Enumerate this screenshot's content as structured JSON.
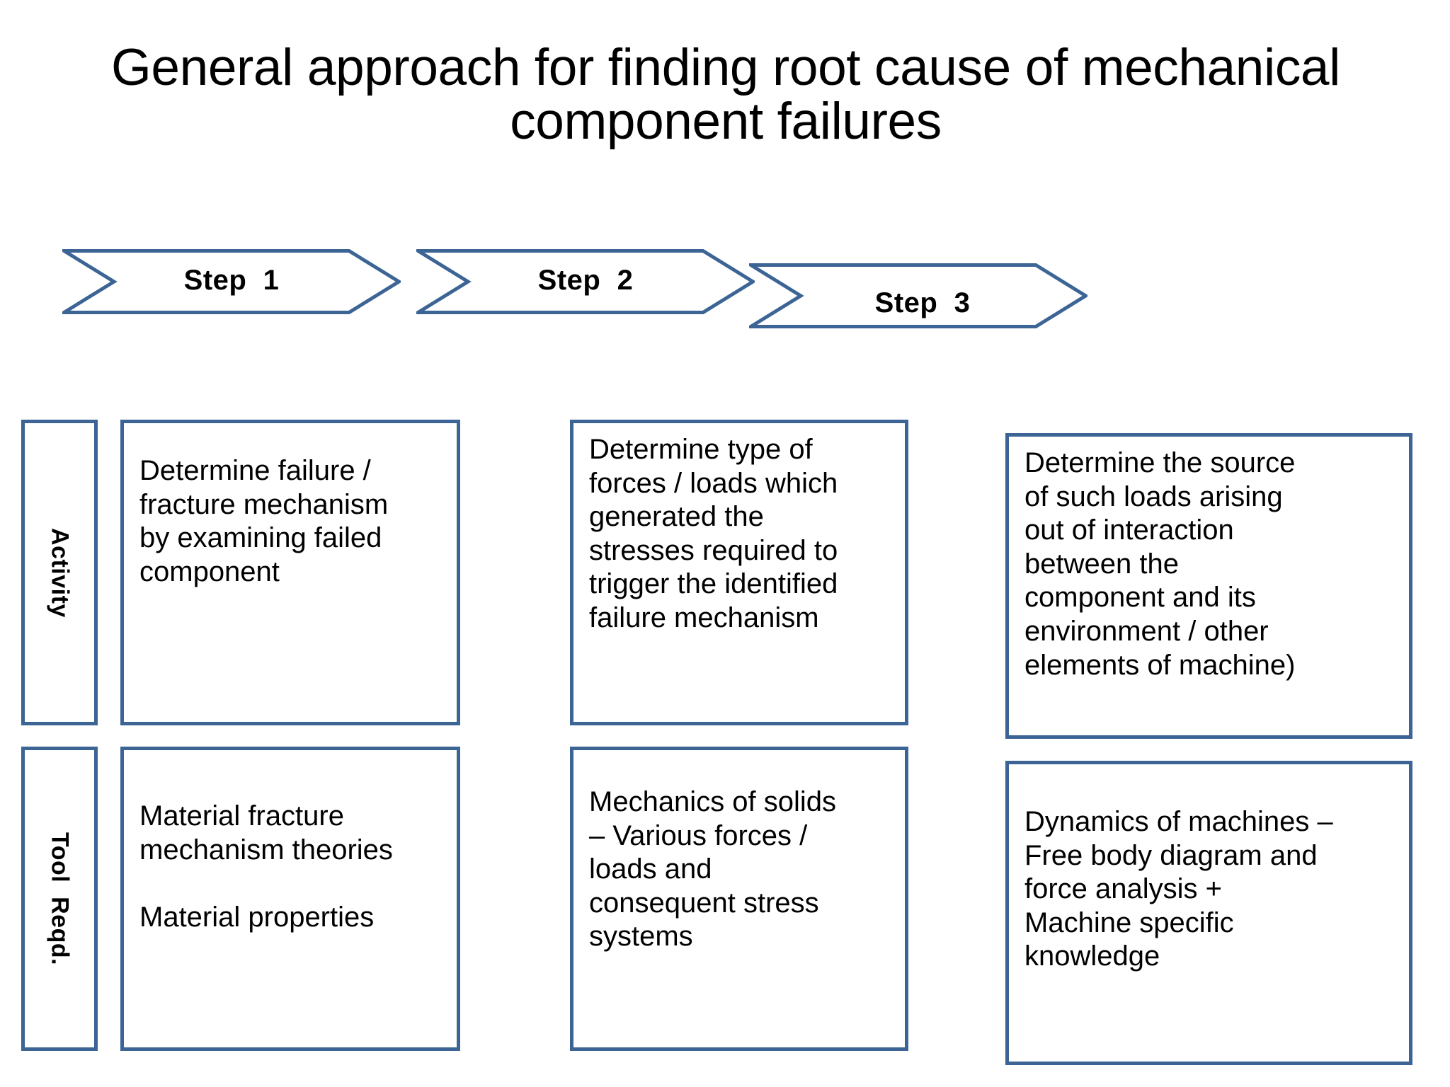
{
  "title": "General approach for finding root cause of mechanical\ncomponent failures",
  "colors": {
    "outline": "#3c6495",
    "text": "#000000",
    "background": "#ffffff"
  },
  "row_labels": {
    "activity": "Activity",
    "tool_reqd": "Tool  Reqd."
  },
  "steps": [
    {
      "label": "Step  1",
      "activity": "Determine failure /\nfracture mechanism\nby examining failed\ncomponent",
      "tool_reqd": "Material fracture\nmechanism theories\n\nMaterial properties"
    },
    {
      "label": "Step  2",
      "activity": "Determine type of\nforces /  loads which\ngenerated the\nstresses required to\ntrigger the identified\nfailure mechanism",
      "tool_reqd": "Mechanics of solids\n–  Various forces  /\nloads and\nconsequent stress\nsystems"
    },
    {
      "label": "Step  3",
      "activity": "Determine the source\nof such loads arising\nout of interaction\nbetween the\ncomponent and  its\nenvironment / other\nelements of machine)",
      "tool_reqd": "Dynamics of machines –\nFree body diagram and\nforce analysis +\nMachine specific\nknowledge"
    }
  ]
}
